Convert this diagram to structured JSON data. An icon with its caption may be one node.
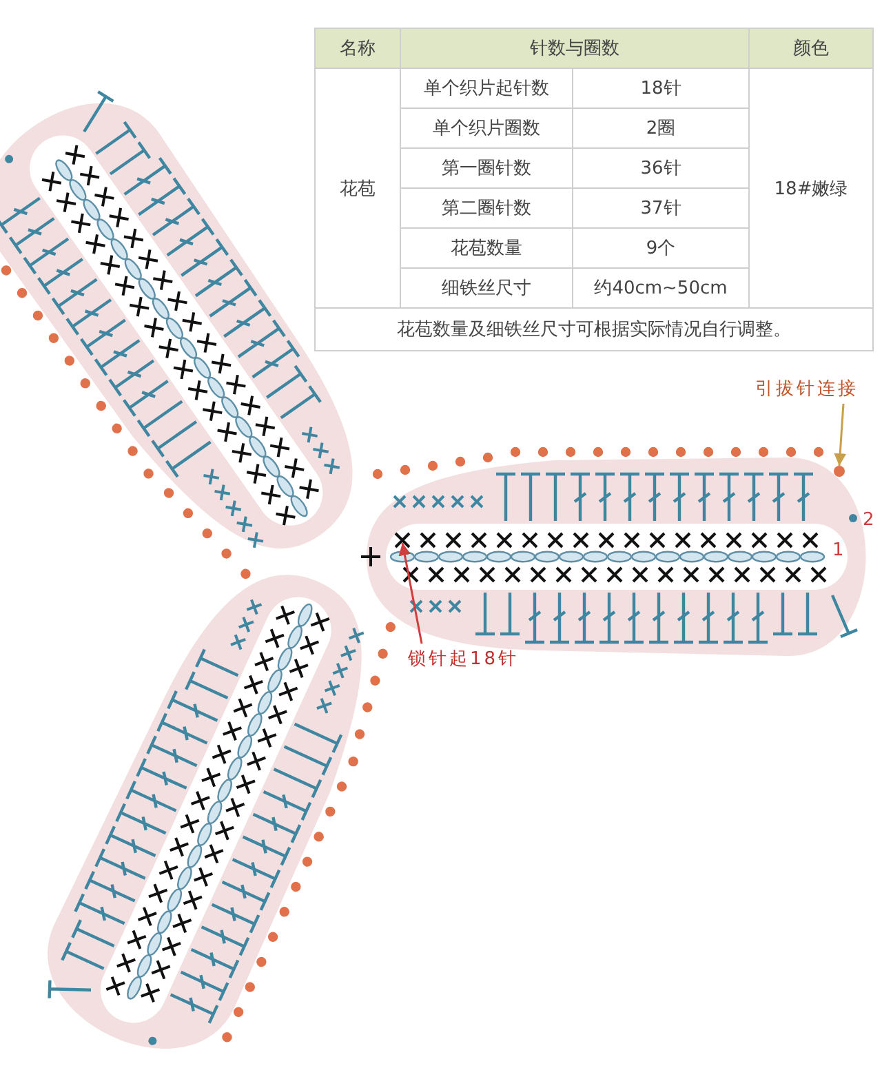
{
  "diagram": {
    "nodes": [
      {
        "text": [
          "引拔针连接"
        ]
      },
      {
        "text": [],
        "shape": "circle"
      },
      {
        "text": [
          "锁针起18针"
        ]
      }
    ],
    "edges": [
      {
        "from": 0,
        "to": 1,
        "arrow": "to",
        "color": "#c9a04a"
      },
      {
        "from": 2,
        "to": null,
        "arrow": "to",
        "color": "#d23c3c"
      }
    ],
    "labels": [
      "名称",
      "针数与圈数",
      "颜色",
      "花苞",
      "单个织片起针数",
      "18针",
      "18#嫩绿",
      "单个织片圈数",
      "2圈",
      "第一圈针数",
      "36针",
      "第二圈针数",
      "37针",
      "花苞数量",
      "9个",
      "细铁丝尺寸",
      "约40cm~50cm",
      "花苞数量及细铁丝尺寸可根据实际情况自行调整。",
      "2",
      "1"
    ]
  }
}
